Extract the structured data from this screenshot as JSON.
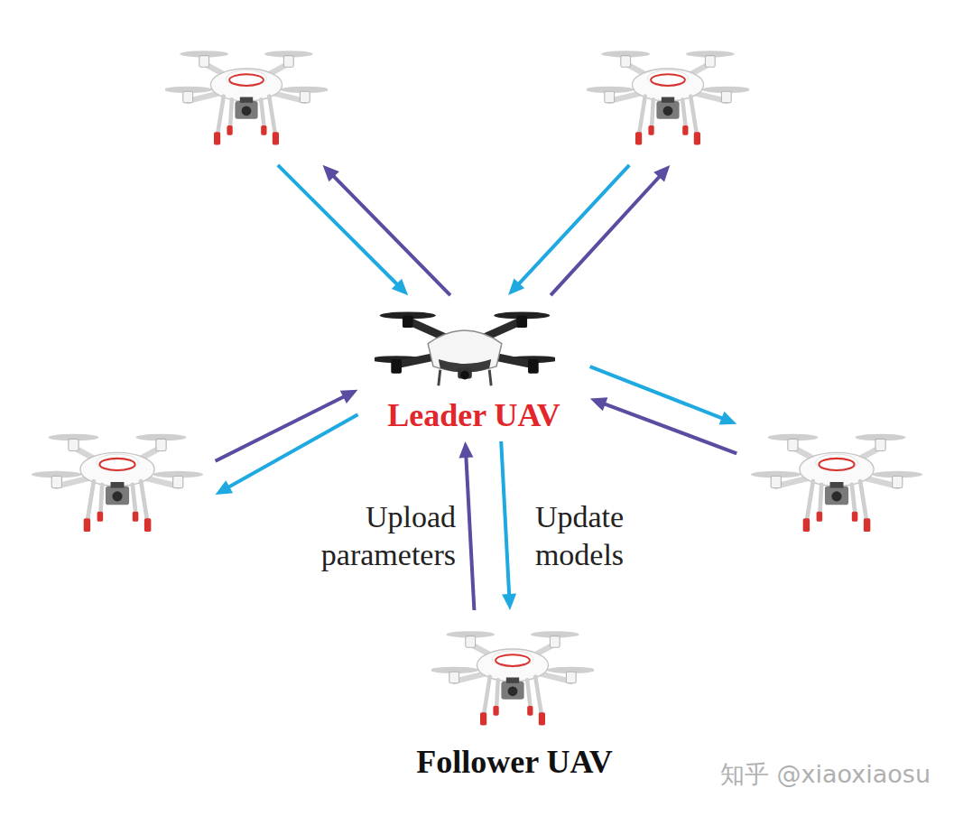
{
  "diagram": {
    "nodes": [
      {
        "text": []
      },
      {
        "text": []
      },
      {
        "text": [
          "Leader UAV"
        ]
      },
      {
        "text": []
      },
      {
        "text": []
      },
      {
        "text": [
          "Follower UAV"
        ]
      }
    ],
    "edges": [
      {
        "from": 0,
        "to": 2,
        "arrow": "to"
      },
      {
        "from": 2,
        "to": 0,
        "arrow": "to"
      },
      {
        "from": 1,
        "to": 2,
        "arrow": "to"
      },
      {
        "from": 2,
        "to": 1,
        "arrow": "to"
      },
      {
        "from": 3,
        "to": 2,
        "arrow": "to"
      },
      {
        "from": 2,
        "to": 3,
        "arrow": "to"
      },
      {
        "from": 2,
        "to": 4,
        "arrow": "to"
      },
      {
        "from": 4,
        "to": 2,
        "arrow": "to"
      },
      {
        "from": 5,
        "to": 2,
        "label": "Upload parameters",
        "arrow": "to"
      },
      {
        "from": 2,
        "to": 5,
        "label": "Update models",
        "arrow": "to"
      }
    ],
    "labels": [
      "知乎 @xiaoxiaosu"
    ]
  }
}
